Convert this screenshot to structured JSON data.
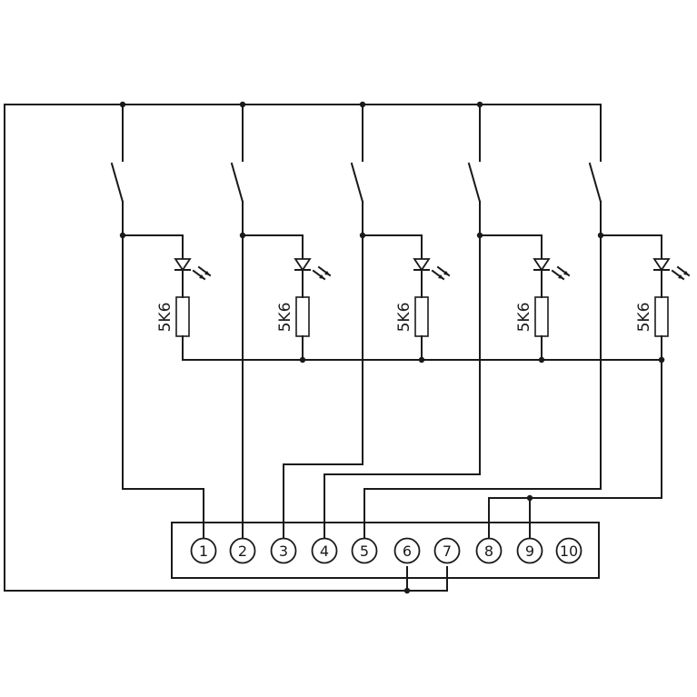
{
  "resistors": [
    {
      "label": "5K6"
    },
    {
      "label": "5K6"
    },
    {
      "label": "5K6"
    },
    {
      "label": "5K6"
    },
    {
      "label": "5K6"
    }
  ],
  "connector": {
    "pins": [
      "1",
      "2",
      "3",
      "4",
      "5",
      "6",
      "7",
      "8",
      "9",
      "10"
    ]
  }
}
